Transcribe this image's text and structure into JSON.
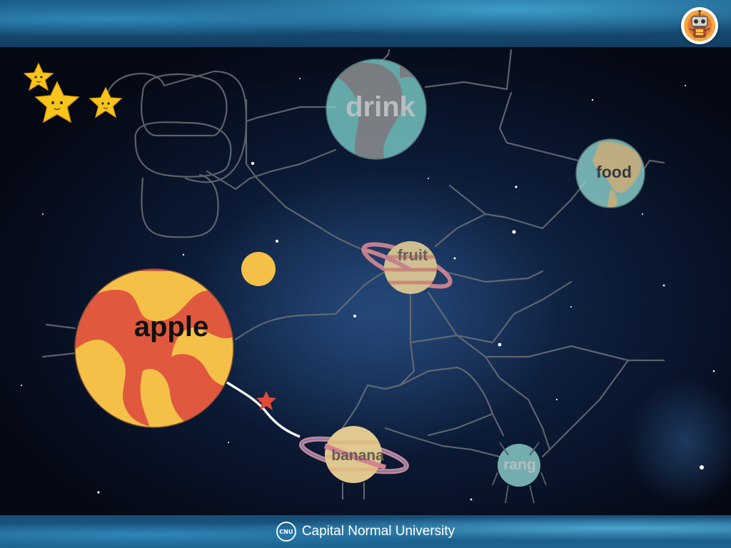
{
  "footer": {
    "logo_text": "CNU",
    "university": "Capital Normal University"
  },
  "robot_button": {
    "icon": "robot-icon"
  },
  "stars_collected": {
    "icons": [
      "star-icon",
      "star-icon",
      "star-icon"
    ]
  },
  "planets": [
    {
      "id": "apple",
      "label": "apple",
      "state": "current"
    },
    {
      "id": "banana",
      "label": "banana",
      "state": "visited"
    },
    {
      "id": "fruit",
      "label": "fruit",
      "state": "faded"
    },
    {
      "id": "drink",
      "label": "drink",
      "state": "faded"
    },
    {
      "id": "food",
      "label": "food",
      "state": "faded"
    },
    {
      "id": "orange",
      "label": "rang",
      "state": "faded"
    }
  ],
  "colors": {
    "apple_red": "#e0583e",
    "apple_yellow": "#f5c048",
    "planet_cream": "#f7dc9a",
    "ring_pink": "#e8909a",
    "drink_teal": "#7ed3cd",
    "drink_gray": "#9a9c9c",
    "food_teal": "#92d8d3",
    "food_land": "#f0d898",
    "path_gray": "#6b7076",
    "star_red": "#e24a3a",
    "star_gold": "#f7c51c"
  }
}
